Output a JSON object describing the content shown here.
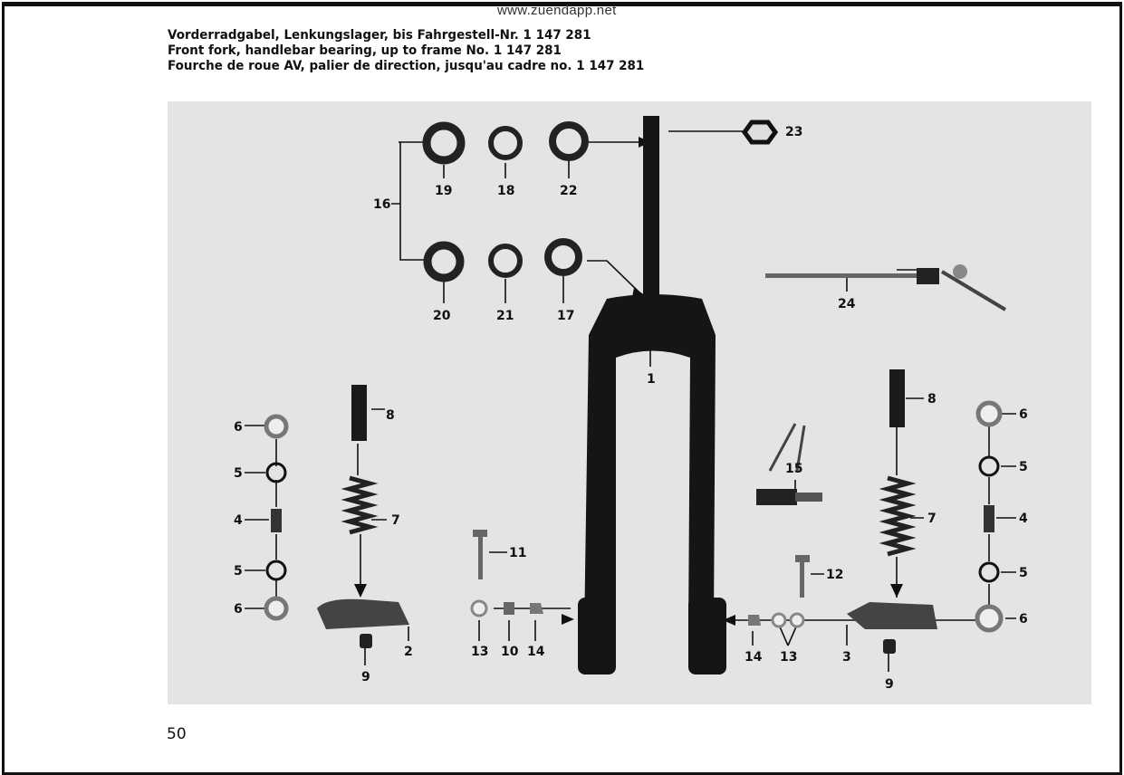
{
  "watermark": "www.zuendapp.net",
  "title": {
    "de": "Vorderradgabel, Lenkungslager, bis Fahrgestell-Nr. 1 147 281",
    "en": "Front fork, handlebar bearing, up to frame No. 1 147 281",
    "fr": "Fourche de roue AV, palier de direction, jusqu'au cadre no. 1 147 281"
  },
  "page_number": "50",
  "callouts": {
    "c23": "23",
    "c19": "19",
    "c18": "18",
    "c22": "22",
    "c16": "16",
    "c20": "20",
    "c21": "21",
    "c17": "17",
    "c24": "24",
    "c1": "1",
    "l8": "8",
    "l6a": "6",
    "l5a": "5",
    "l4": "4",
    "l7": "7",
    "c11": "11",
    "l5b": "5",
    "l6b": "6",
    "c2": "2",
    "l13": "13",
    "c10": "10",
    "l14": "14",
    "l9": "9",
    "r8": "8",
    "r6a": "6",
    "r5a": "5",
    "c15": "15",
    "r4": "4",
    "r7": "7",
    "c12": "12",
    "r5b": "5",
    "r6b": "6",
    "r14": "14",
    "r13": "13",
    "c3": "3",
    "r9": "9"
  }
}
